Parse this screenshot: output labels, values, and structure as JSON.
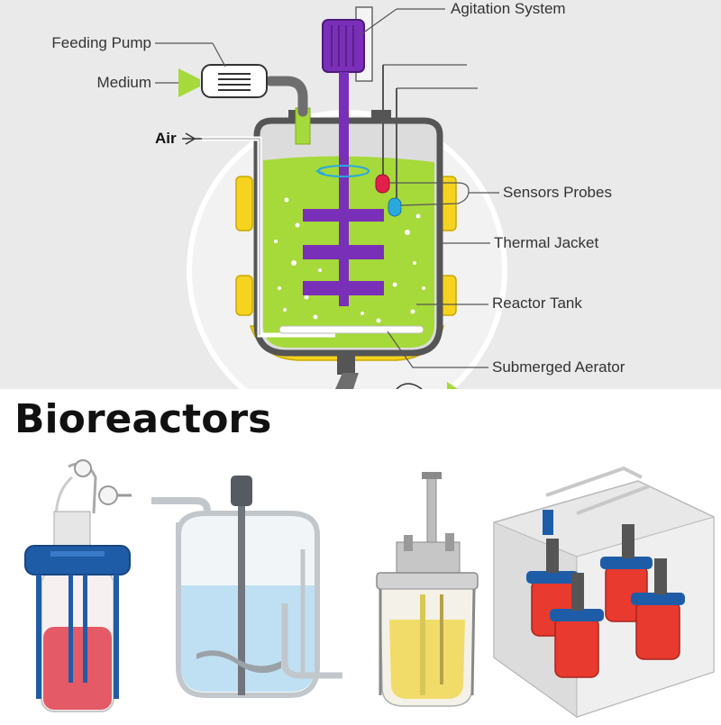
{
  "diagram": {
    "labels": {
      "agitation_system": "Agitation System",
      "feeding_pump": "Feeding Pump",
      "medium": "Medium",
      "air": "Air",
      "sensors_probes": "Sensors Probes",
      "thermal_jacket": "Thermal Jacket",
      "reactor_tank": "Reactor Tank",
      "submerged_aerator": "Submerged Aerator"
    },
    "colors": {
      "medium_green": "#a6d93a",
      "motor_purple": "#7a2fb8",
      "jacket_yellow": "#f6d31e",
      "tank_gray": "#555555",
      "probe_red": "#e0204a",
      "probe_blue": "#29a9e0",
      "pipe_gray": "#6e6e6e"
    }
  },
  "title": "Bioreactors",
  "illustrations": [
    {
      "icon": "bottle-bioreactor-icon",
      "color": "#e45a66"
    },
    {
      "icon": "glass-vessel-bioreactor-icon",
      "color": "#bfe0f2"
    },
    {
      "icon": "benchtop-bioreactor-icon",
      "color": "#f1dc6a"
    },
    {
      "icon": "parallel-bioreactor-system-icon",
      "color": "#e83a2e"
    }
  ]
}
